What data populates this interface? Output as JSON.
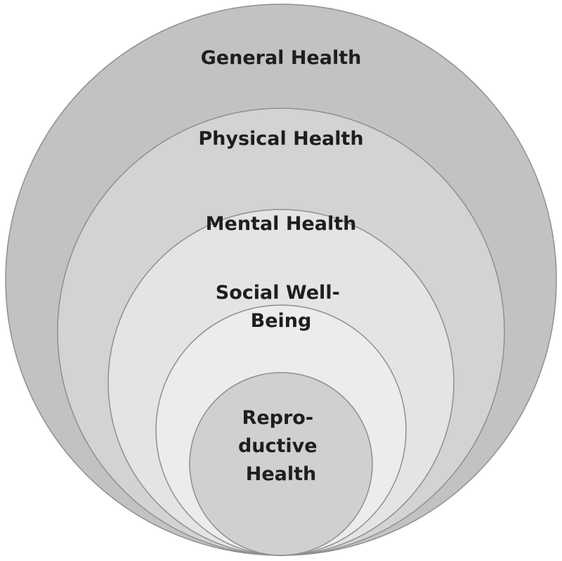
{
  "diagram": {
    "levels": [
      {
        "label_lines": [
          "General Health"
        ],
        "color": "#c2c2c2"
      },
      {
        "label_lines": [
          "Physical Health"
        ],
        "color": "#d3d3d3"
      },
      {
        "label_lines": [
          "Mental Health"
        ],
        "color": "#e4e4e4"
      },
      {
        "label_lines": [
          "Social Well-",
          "Being"
        ],
        "color": "#ececec"
      },
      {
        "label_lines": [
          "Repro-",
          "ductive",
          "Health"
        ],
        "color": "#d0d0d0"
      }
    ]
  }
}
